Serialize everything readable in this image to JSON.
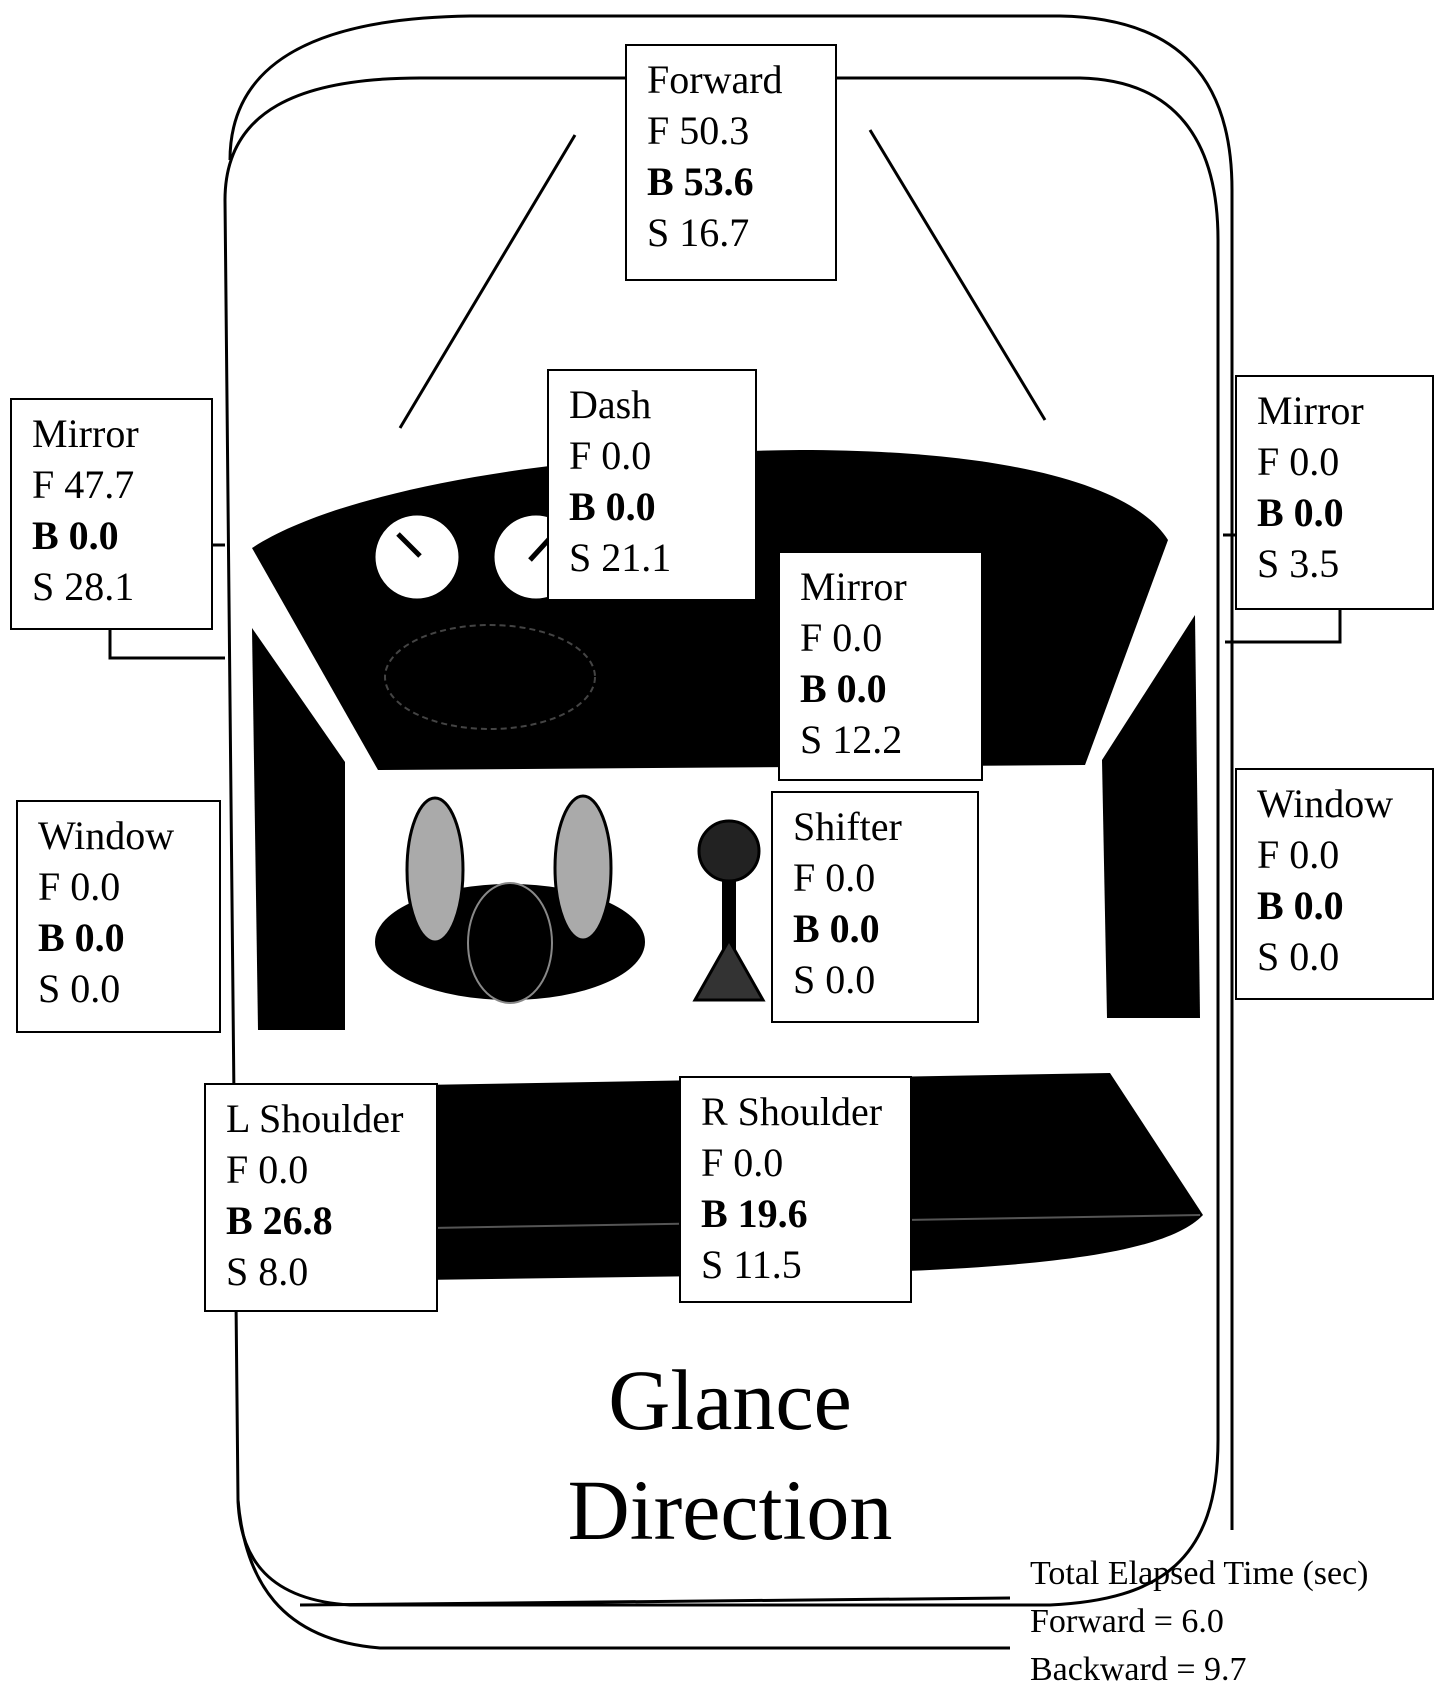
{
  "title": {
    "line1": "Glance",
    "line2": "Direction"
  },
  "elapsed": {
    "heading": "Total Elapsed Time (sec)",
    "forward": "Forward = 6.0",
    "backward": "Backward = 9.7"
  },
  "boxes": {
    "forward": {
      "label": "Forward",
      "f": "F 50.3",
      "b": "B 53.6",
      "s": "S 16.7"
    },
    "dash": {
      "label": "Dash",
      "f": "F 0.0",
      "b": "B 0.0",
      "s": "S 21.1"
    },
    "mirror_left": {
      "label": "Mirror",
      "f": "F 47.7",
      "b": "B 0.0",
      "s": "S 28.1"
    },
    "mirror_right": {
      "label": "Mirror",
      "f": "F 0.0",
      "b": "B 0.0",
      "s": "S 3.5"
    },
    "mirror_center": {
      "label": "Mirror",
      "f": "F 0.0",
      "b": "B 0.0",
      "s": "S 12.2"
    },
    "window_left": {
      "label": "Window",
      "f": "F 0.0",
      "b": "B 0.0",
      "s": "S 0.0"
    },
    "window_right": {
      "label": "Window",
      "f": "F 0.0",
      "b": "B 0.0",
      "s": "S 0.0"
    },
    "shifter": {
      "label": "Shifter",
      "f": "F 0.0",
      "b": "B 0.0",
      "s": "S 0.0"
    },
    "l_shoulder": {
      "label": "L Shoulder",
      "f": "F 0.0",
      "b": "B 26.8",
      "s": "S 8.0"
    },
    "r_shoulder": {
      "label": "R Shoulder",
      "f": "F 0.0",
      "b": "B 19.6",
      "s": "S 11.5"
    }
  }
}
